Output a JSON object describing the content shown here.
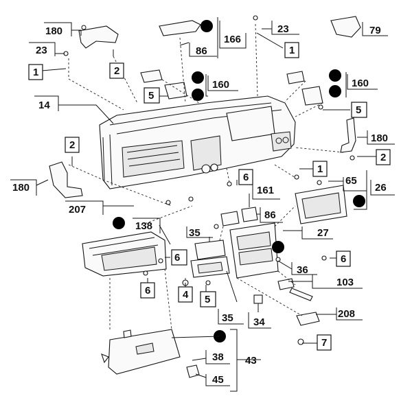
{
  "labels": {
    "l180a": "180",
    "l23a": "23",
    "l1a": "1",
    "l2a": "2",
    "l166": "166",
    "l86a": "86",
    "l23b": "23",
    "l1b": "1",
    "l79": "79",
    "l160a": "160",
    "l5a": "5",
    "l14": "14",
    "l160b": "160",
    "l5b": "5",
    "l180b": "180",
    "l2b": "2",
    "l2c": "2",
    "l180c": "180",
    "l1c": "1",
    "l6a": "6",
    "l65": "65",
    "l26": "26",
    "l161": "161",
    "l207": "207",
    "l86b": "86",
    "l138": "138",
    "l35a": "35",
    "l27": "27",
    "l6b": "6",
    "l36": "36",
    "l6c": "6",
    "l103": "103",
    "l6d": "6",
    "l4": "4",
    "l5c": "5",
    "l35b": "35",
    "l34": "34",
    "l208": "208",
    "l7": "7",
    "l38": "38",
    "l43": "43",
    "l45": "45"
  }
}
